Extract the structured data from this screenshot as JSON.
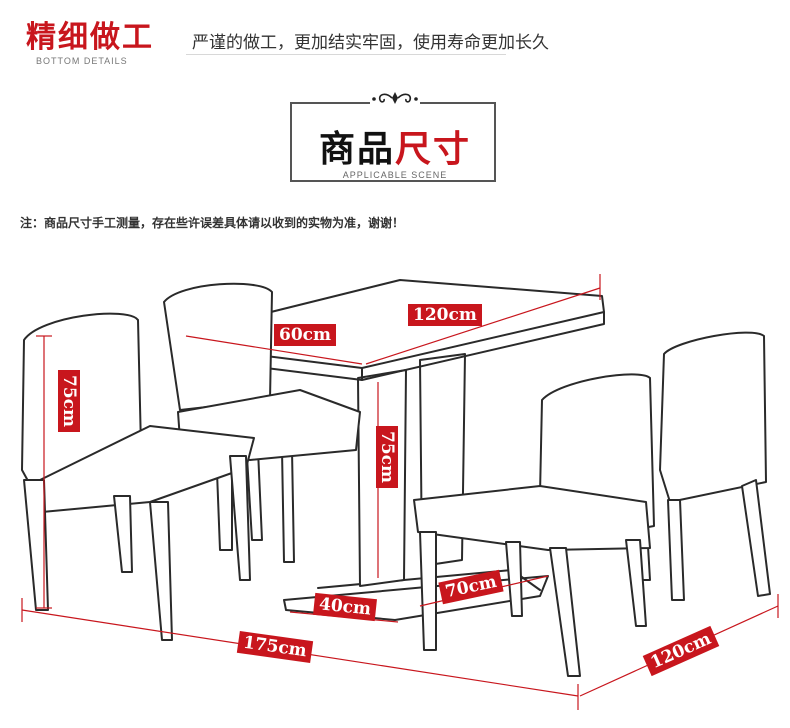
{
  "header": {
    "title_cn": "精细做工",
    "title_en": "BOTTOM DETAILS",
    "subtitle": "严谨的做工，更加结实牢固，使用寿命更加长久"
  },
  "emblem": {
    "title_part1": "商品",
    "title_part2": "尺寸",
    "subtitle_en": "APPLICABLE SCENE"
  },
  "note": "注：商品尺寸手工测量，存在些许误差具体请以收到的实物为准，谢谢！",
  "dimensions": {
    "table_length": "120cm",
    "table_width": "60cm",
    "chair_height": "75cm",
    "table_height": "75cm",
    "base_width": "40cm",
    "chair_seat": "70cm",
    "total_length": "175cm",
    "total_depth": "120cm"
  },
  "colors": {
    "accent": "#c8161d",
    "line": "#2a2a2a"
  }
}
